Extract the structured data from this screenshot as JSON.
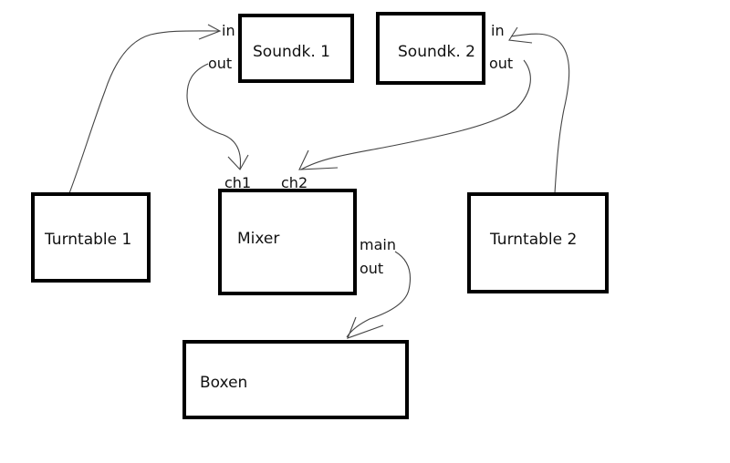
{
  "diagram": {
    "nodes": {
      "soundcard1": {
        "label": "Soundk. 1",
        "ports": {
          "in": "in",
          "out": "out"
        }
      },
      "soundcard2": {
        "label": "Soundk. 2",
        "ports": {
          "in": "in",
          "out": "out"
        }
      },
      "turntable1": {
        "label": "Turntable 1"
      },
      "turntable2": {
        "label": "Turntable 2"
      },
      "mixer": {
        "label": "Mixer",
        "ports": {
          "ch1": "ch1",
          "ch2": "ch2",
          "main_out_line1": "main",
          "main_out_line2": "out"
        }
      },
      "boxen": {
        "label": "Boxen"
      }
    },
    "edges": [
      {
        "from": "Turntable 1",
        "to": "Soundk. 1 in"
      },
      {
        "from": "Soundk. 1 out",
        "to": "Mixer ch1"
      },
      {
        "from": "Turntable 2",
        "to": "Soundk. 2 in"
      },
      {
        "from": "Soundk. 2 out",
        "to": "Mixer ch2"
      },
      {
        "from": "Mixer main out",
        "to": "Boxen"
      }
    ]
  }
}
